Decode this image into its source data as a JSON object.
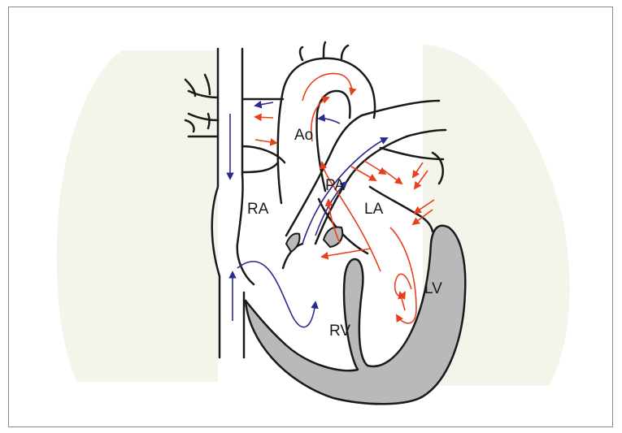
{
  "labels": {
    "ao": "Ao",
    "pa": "PA",
    "ra": "RA",
    "la": "LA",
    "lv": "LV",
    "rv": "RV"
  },
  "colors": {
    "lung": "#f3f4ea",
    "myocardium": "#b9b9b9",
    "outline": "#1a1a1a",
    "oxygenated_flow": "#e8401c",
    "deoxygenated_flow": "#2c2a8a"
  }
}
